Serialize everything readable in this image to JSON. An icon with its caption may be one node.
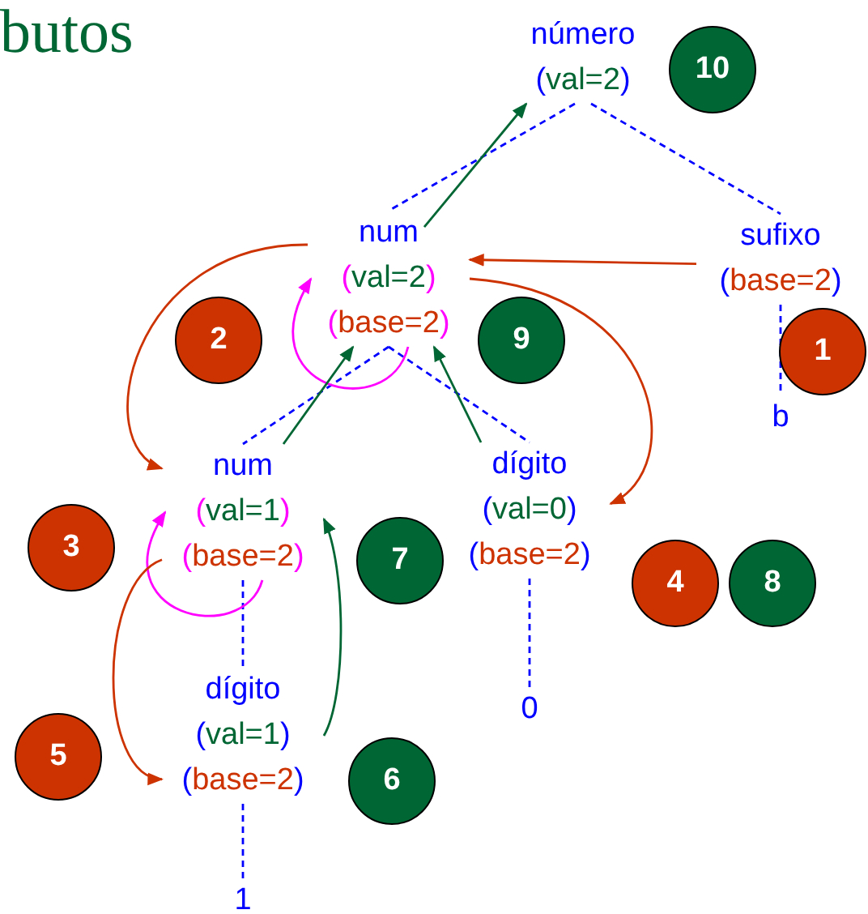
{
  "diagram": {
    "title": "butos",
    "nodes": [
      {
        "text": [
          "número",
          "(val=2)"
        ]
      },
      {
        "text": [
          "num",
          "(val=2)",
          "(base=2)"
        ]
      },
      {
        "text": [
          "sufixo",
          "(base=2)"
        ]
      },
      {
        "text": [
          "b"
        ]
      },
      {
        "text": [
          "num",
          "(val=1)",
          "(base=2)"
        ]
      },
      {
        "text": [
          "dígito",
          "(val=0)",
          "(base=2)"
        ]
      },
      {
        "text": [
          "dígito",
          "(val=1)",
          "(base=2)"
        ]
      },
      {
        "text": [
          "0"
        ]
      },
      {
        "text": [
          "1"
        ]
      },
      {
        "text": [
          "10"
        ]
      },
      {
        "text": [
          "2"
        ]
      },
      {
        "text": [
          "9"
        ]
      },
      {
        "text": [
          "1"
        ]
      },
      {
        "text": [
          "3"
        ]
      },
      {
        "text": [
          "7"
        ]
      },
      {
        "text": [
          "4"
        ]
      },
      {
        "text": [
          "8"
        ]
      },
      {
        "text": [
          "5"
        ]
      },
      {
        "text": [
          "6"
        ]
      }
    ],
    "edges": [
      {
        "from": 0,
        "to": 1,
        "arrow": "none",
        "style": "dashed"
      },
      {
        "from": 0,
        "to": 2,
        "arrow": "none",
        "style": "dashed"
      },
      {
        "from": 2,
        "to": 3,
        "arrow": "none",
        "style": "dashed"
      },
      {
        "from": 1,
        "to": 4,
        "arrow": "none",
        "style": "dashed"
      },
      {
        "from": 1,
        "to": 5,
        "arrow": "none",
        "style": "dashed"
      },
      {
        "from": 4,
        "to": 6,
        "arrow": "none",
        "style": "dashed"
      },
      {
        "from": 5,
        "to": 7,
        "arrow": "none",
        "style": "dashed"
      },
      {
        "from": 6,
        "to": 8,
        "arrow": "none",
        "style": "dashed"
      },
      {
        "from": 1,
        "to": 0,
        "arrow": "to",
        "color": "#006633"
      },
      {
        "from": 2,
        "to": 1,
        "arrow": "to",
        "color": "#cc3300"
      },
      {
        "from": 1,
        "to": 4,
        "arrow": "to",
        "color": "#cc3300"
      },
      {
        "from": 1,
        "to": 5,
        "arrow": "to",
        "color": "#cc3300"
      },
      {
        "from": 1,
        "to": 1,
        "arrow": "to",
        "color": "#ff00ff"
      },
      {
        "from": 4,
        "to": 1,
        "arrow": "to",
        "color": "#006633"
      },
      {
        "from": 5,
        "to": 1,
        "arrow": "to",
        "color": "#006633"
      },
      {
        "from": 4,
        "to": 4,
        "arrow": "to",
        "color": "#ff00ff"
      },
      {
        "from": 4,
        "to": 6,
        "arrow": "to",
        "color": "#cc3300"
      },
      {
        "from": 6,
        "to": 4,
        "arrow": "to",
        "color": "#006633"
      }
    ]
  }
}
